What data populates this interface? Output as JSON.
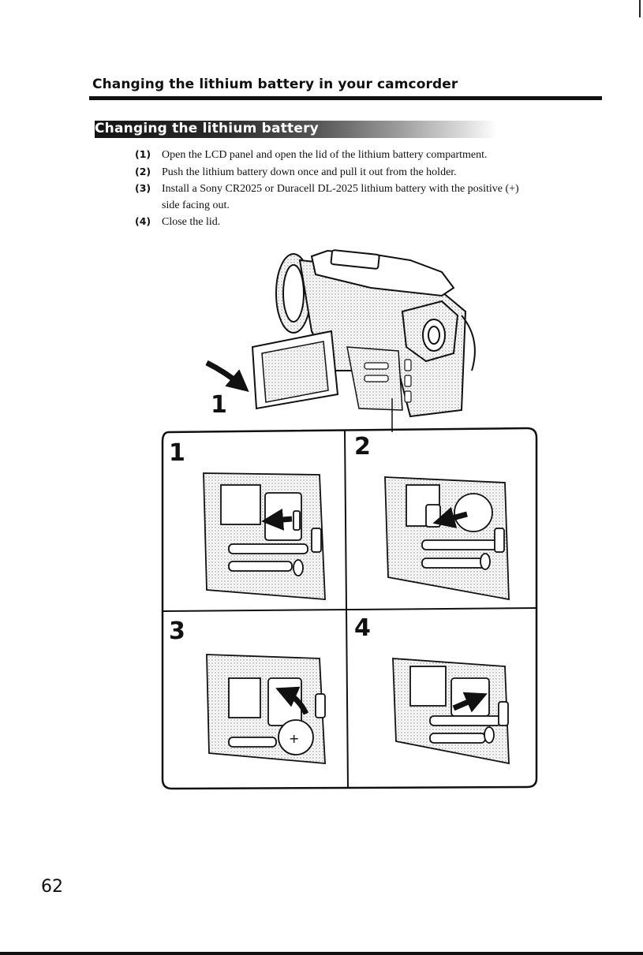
{
  "header": {
    "title": "Changing the lithium battery in your camcorder"
  },
  "section": {
    "title": "Changing the lithium battery"
  },
  "steps": [
    {
      "num": "(1)",
      "text": "Open the LCD panel and open the lid of the lithium battery compartment."
    },
    {
      "num": "(2)",
      "text": "Push the lithium battery down once and pull it out from the holder."
    },
    {
      "num": "(3)",
      "text": "Install a Sony CR2025 or Duracell DL-2025 lithium battery with the positive (+)",
      "cont": "side facing out."
    },
    {
      "num": "(4)",
      "text": "Close the lid."
    }
  ],
  "figure": {
    "callout_label": "1",
    "panels": [
      {
        "label": "1"
      },
      {
        "label": "2"
      },
      {
        "label": "3"
      },
      {
        "label": "4"
      }
    ]
  },
  "page": {
    "number": "62"
  }
}
